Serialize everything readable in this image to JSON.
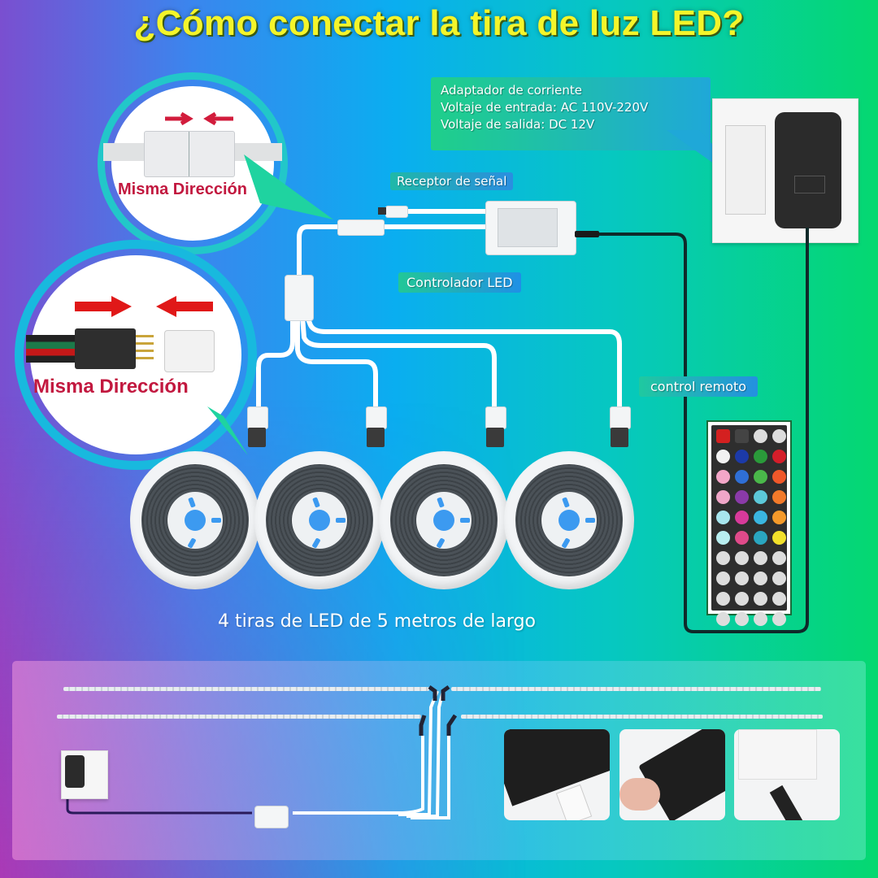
{
  "title": "¿Cómo conectar la tira de luz LED?",
  "labels": {
    "adapter": {
      "line1": "Adaptador de corriente",
      "line2": "Voltaje de entrada: AC 110V-220V",
      "line3": "Voltaje de salida: DC 12V"
    },
    "receiver": "Receptor de señal",
    "controller": "Controlador LED",
    "remote": "control remoto",
    "reels_caption": "4 tiras de LED de 5 metros de largo"
  },
  "callouts": [
    {
      "text": "Misma Dirección",
      "detail": "2-pin white connector pair with arrows pointing toward each other"
    },
    {
      "text": "Misma Dirección",
      "detail": "4-pin RGB connector with arrows pointing toward each other"
    }
  ],
  "components": {
    "power_adapter": {
      "input": "AC 110V-220V",
      "output": "DC 12V"
    },
    "led_reels": {
      "count": 4,
      "length_m": 5
    },
    "splitter_outputs": 4
  },
  "remote_buttons": {
    "color_rows": [
      [
        "#f2f2f2",
        "#1c3aa8",
        "#2a9a3a",
        "#d41e2a"
      ],
      [
        "#f3a6c8",
        "#2f6fd6",
        "#4ab84a",
        "#f0582a"
      ],
      [
        "#f0a6c8",
        "#8a3aa8",
        "#5cc8d8",
        "#f27a2a"
      ],
      [
        "#a8e6ee",
        "#d83a9a",
        "#3ab6e0",
        "#f59a2a"
      ],
      [
        "#b8eef0",
        "#e04a8a",
        "#2aa6c0",
        "#f2e02a"
      ]
    ],
    "top_row": [
      "power-red",
      "play",
      "brightness-down",
      "brightness-up"
    ]
  },
  "bottom_photos": [
    {
      "name": "adapter-plug-photo"
    },
    {
      "name": "remote-press-photo"
    },
    {
      "name": "controller-jack-photo"
    }
  ],
  "colors": {
    "title_yellow": "#f4f52a",
    "callout_red": "#c2183f",
    "arrow_red": "#e01818",
    "reel_blue": "#3c9af0"
  }
}
